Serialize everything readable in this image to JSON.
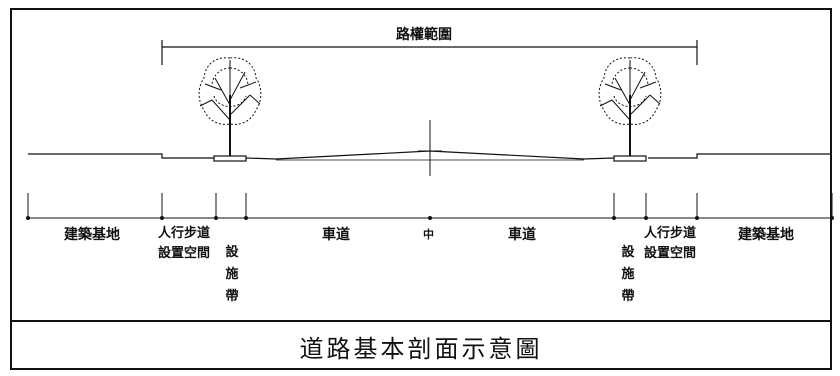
{
  "diagram": {
    "row_range_label": "路權範圍",
    "left_base_label": "建築基地",
    "left_sidewalk_label": "人行步道設置空間",
    "left_facility_label": "設施帶",
    "left_lane_label": "車道",
    "centerline_label": "中",
    "right_lane_label": "車道",
    "right_facility_label": "設施帶",
    "right_sidewalk_label": "人行步道設置空間",
    "right_base_label": "建築基地"
  },
  "caption": "道路基本剖面示意圖"
}
